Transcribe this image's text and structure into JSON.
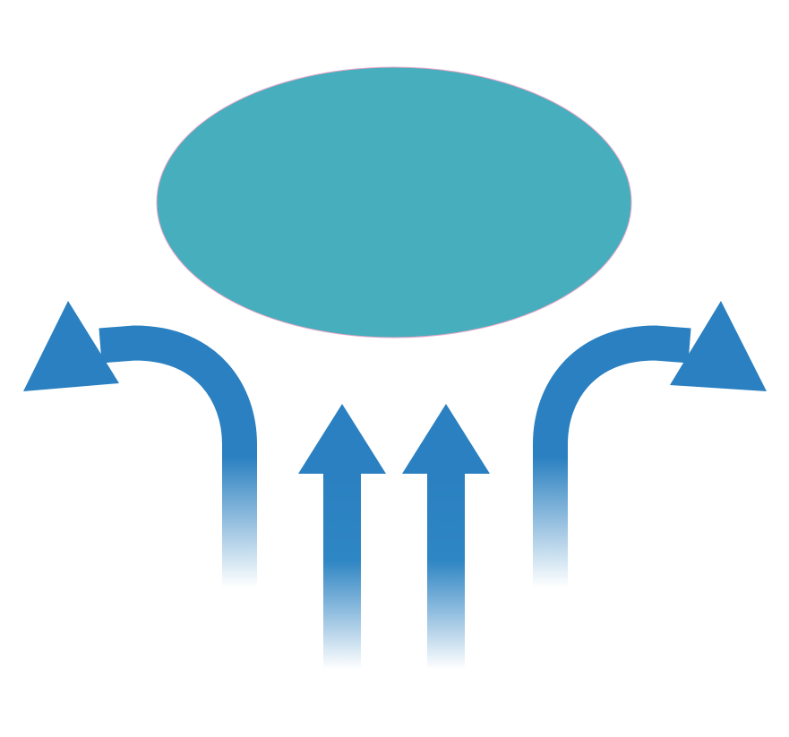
{
  "diagram": {
    "colors": {
      "ellipse_fill": "#47AEBD",
      "ellipse_stroke": "#E8A6C8",
      "arrow": "#2A80C0",
      "background": "#FFFFFF"
    },
    "shapes": {
      "center": "ellipse",
      "arrows": [
        "curved-left",
        "straight-up",
        "straight-up",
        "curved-right"
      ]
    }
  }
}
